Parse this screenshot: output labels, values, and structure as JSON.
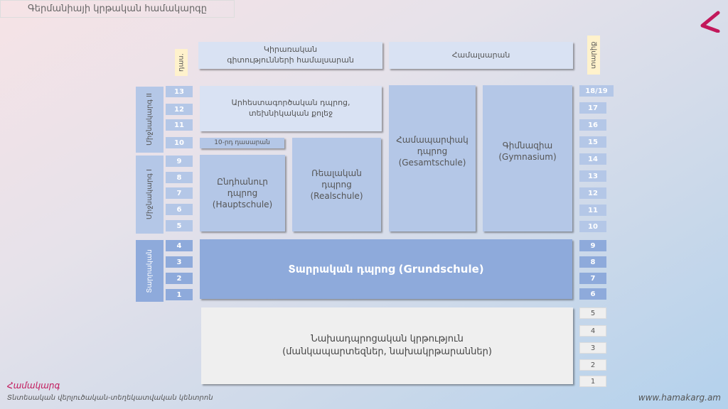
{
  "title": "Գերմանիայի կրթական համակարգը",
  "tags": {
    "grade": "դաս.",
    "age": "տարիք"
  },
  "stages": {
    "secondary2": "Միջնակարգ II",
    "secondary1": "Միջնակարգ I",
    "primary": "Տարրական"
  },
  "blocks": {
    "applied_univ": "Կիրառական\nգիտությունների  համալսարան",
    "university": "Համալսարան",
    "vocational": "Արհեստագործական  դպրոց,\nտեխնիկական  քոլեջ",
    "grade10": "10-րդ դասարան",
    "hauptschule": "Ընդհանուր\nդպրոց\n(Hauptschule)",
    "realschule": "Ռեալական\nդպրոց\n(Realschule)",
    "gesamtschule": "Համապարփակ\nդպրոց\n(Gesamtschule)",
    "gymnasium": "Գիմնազիա\n(Gymnasium)",
    "grundschule": "Տարրական դպրոց (Grundschule)",
    "preschool": "Նախադպրոցական  կրթություն\n(մանկապարտեզներ,  նախակրթարաններ)"
  },
  "grades": [
    "13",
    "12",
    "11",
    "10",
    "9",
    "8",
    "7",
    "6",
    "5",
    "4",
    "3",
    "2",
    "1"
  ],
  "ages": [
    "18/19",
    "17",
    "16",
    "15",
    "14",
    "13",
    "12",
    "11",
    "10",
    "9",
    "8",
    "7",
    "6",
    "5",
    "4",
    "3",
    "2",
    "1"
  ],
  "footer": {
    "brand": "Համակարգ",
    "subtitle": "Տնտեսական վերլուծական-տեղեկատվական կենտրոն",
    "url": "www.hamakarg.am"
  },
  "colors": {
    "light": "#d9e2f3",
    "mid": "#b4c7e7",
    "dark": "#8eaadb",
    "brand": "#c2185b"
  }
}
